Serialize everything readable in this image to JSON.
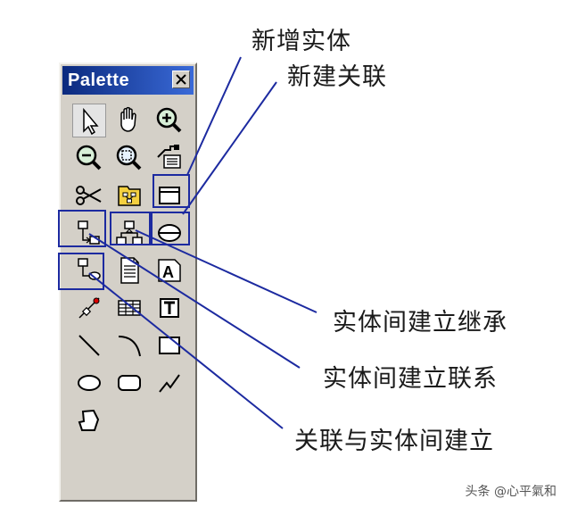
{
  "palette": {
    "title": "Palette",
    "close_icon": "close-icon",
    "tools": [
      {
        "name": "pointer-tool",
        "icon": "arrow-pointer-icon"
      },
      {
        "name": "hand-tool",
        "icon": "hand-icon"
      },
      {
        "name": "zoom-in-tool",
        "icon": "zoom-in-icon"
      },
      {
        "name": "zoom-out-tool",
        "icon": "zoom-out-icon"
      },
      {
        "name": "zoom-fit-tool",
        "icon": "zoom-fit-icon"
      },
      {
        "name": "properties-tool",
        "icon": "properties-icon"
      },
      {
        "name": "cut-tool",
        "icon": "scissors-icon"
      },
      {
        "name": "package-tool",
        "icon": "package-icon"
      },
      {
        "name": "entity-tool",
        "icon": "entity-icon"
      },
      {
        "name": "relationship-tool",
        "icon": "relationship-icon"
      },
      {
        "name": "inheritance-tool",
        "icon": "inheritance-icon"
      },
      {
        "name": "association-tool",
        "icon": "association-icon"
      },
      {
        "name": "association-link-tool",
        "icon": "association-link-icon"
      },
      {
        "name": "file-tool",
        "icon": "file-icon"
      },
      {
        "name": "text-style-tool",
        "icon": "text-style-icon"
      },
      {
        "name": "link-tool",
        "icon": "link-icon"
      },
      {
        "name": "table-tool",
        "icon": "table-icon"
      },
      {
        "name": "text-tool",
        "icon": "text-icon"
      },
      {
        "name": "line-tool",
        "icon": "line-icon"
      },
      {
        "name": "arc-tool",
        "icon": "arc-icon"
      },
      {
        "name": "rectangle-tool",
        "icon": "rectangle-icon"
      },
      {
        "name": "ellipse-tool",
        "icon": "ellipse-icon"
      },
      {
        "name": "rounded-rectangle-tool",
        "icon": "rounded-rectangle-icon"
      },
      {
        "name": "polyline-tool",
        "icon": "polyline-icon"
      },
      {
        "name": "polygon-tool",
        "icon": "polygon-icon"
      }
    ]
  },
  "callouts": {
    "new_entity": "新增实体",
    "new_relationship": "新建关联",
    "inheritance": "实体间建立继承",
    "relationship_link": "实体间建立联系",
    "association_link": "关联与实体间建立"
  },
  "watermark": "头条 @心平氣和",
  "colors": {
    "annotation": "#1c2aa0",
    "titlebar": "#0b2a7e",
    "panel": "#d4d0c8"
  }
}
